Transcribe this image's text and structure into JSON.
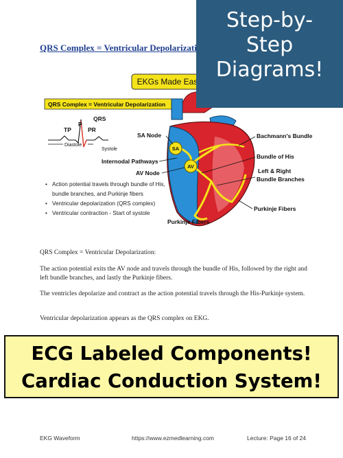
{
  "document": {
    "heading": "QRS Complex = Ventricular Depolarization",
    "banner_lines": [
      "Step-by-",
      "Step",
      "Diagrams!"
    ],
    "figure": {
      "title": "EKGs Made Easy",
      "subtitle": "QRS Complex = Ventricular Depolarization",
      "ekg_labels": {
        "tp": "TP",
        "p": "P",
        "pr": "PR",
        "qrs": "QRS",
        "diastole": "Diastole",
        "systole": "Systole"
      },
      "node_labels": {
        "sa": "SA",
        "av": "AV"
      },
      "left_labels": [
        "SA Node",
        "Internodal Pathways",
        "AV Node"
      ],
      "right_labels": [
        "Bachmann's Bundle",
        "Bundle of His",
        "Left & Right",
        "Bundle Branches",
        "Purkinje Fibers"
      ],
      "bottom_label": "Purkinje Fibers",
      "bullets": [
        "Action potential travels through bundle of His, bundle branches, and Purkinje fibers",
        "Ventricular depolarization (QRS complex)",
        "Ventricular contraction - Start of systole"
      ]
    },
    "paragraphs": [
      "QRS Complex = Ventricular Depolarization:",
      "The action potential exits the AV node and travels through the bundle of His, followed by the right and left bundle branches, and lastly the Purkinje fibers.",
      "The ventricles depolarize and contract as the action potential travels through the His-Purkinje system.",
      "Ventricular depolarization appears as the QRS complex on EKG."
    ],
    "callout_lines": [
      "ECG Labeled Components!",
      "Cardiac Conduction System!"
    ]
  },
  "footer": {
    "left": "EKG Waveform",
    "center": "https://www.ezmedlearning.com",
    "right": "Lecture: Page 16 of 24"
  },
  "colors": {
    "banner": "#2b5b7e",
    "heading": "#1f3f8f",
    "callout": "#fdf8a6",
    "highlight": "#f5e31a",
    "heart_red": "#d8242c",
    "heart_blue": "#2a8fd6"
  }
}
